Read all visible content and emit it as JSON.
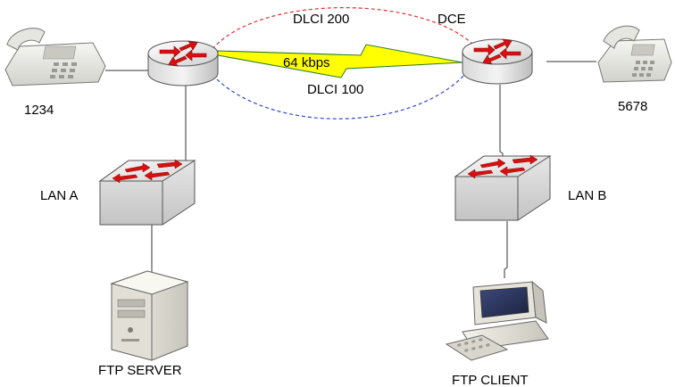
{
  "labels": {
    "phone_left": "1234",
    "phone_right": "5678",
    "dlci_top": "DLCI 200",
    "dlci_bottom": "DLCI 100",
    "dce": "DCE",
    "speed": "64 kbps",
    "lan_a": "LAN A",
    "lan_b": "LAN B",
    "ftp_server": "FTP SERVER",
    "ftp_client": "FTP CLIENT"
  },
  "colors": {
    "dlci_top_line": "#e03030",
    "dlci_bottom_line": "#3048d0",
    "serial_link": "#ffff00",
    "serial_link_outline": "#2a7a2a",
    "arrow": "#d81010",
    "device_body": "#e8e8e8"
  }
}
